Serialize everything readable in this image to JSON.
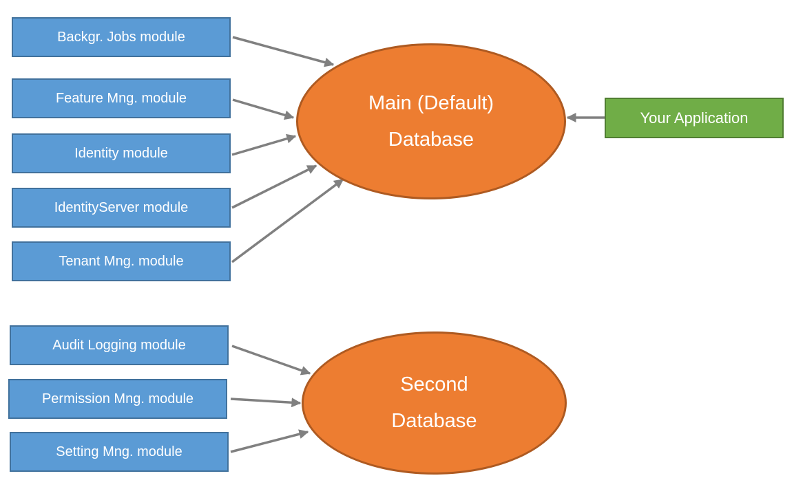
{
  "diagram": {
    "modules_main_db": [
      {
        "label": "Backgr. Jobs module"
      },
      {
        "label": "Feature Mng. module"
      },
      {
        "label": "Identity module"
      },
      {
        "label": "IdentityServer module"
      },
      {
        "label": "Tenant Mng. module"
      }
    ],
    "modules_second_db": [
      {
        "label": "Audit Logging module"
      },
      {
        "label": "Permission Mng. module"
      },
      {
        "label": "Setting Mng. module"
      }
    ],
    "databases": {
      "main": {
        "line1": "Main (Default)",
        "line2": "Database"
      },
      "second": {
        "line1": "Second",
        "line2": "Database"
      }
    },
    "application": {
      "label": "Your Application"
    },
    "colors": {
      "module_fill": "#5B9BD5",
      "module_border": "#41719C",
      "database_fill": "#ED7D31",
      "database_border": "#AE5A21",
      "application_fill": "#70AD47",
      "application_border": "#507E32",
      "arrow": "#808080",
      "text": "#FFFFFF"
    },
    "connections": [
      {
        "from": "Backgr. Jobs module",
        "to": "Main (Default) Database"
      },
      {
        "from": "Feature Mng. module",
        "to": "Main (Default) Database"
      },
      {
        "from": "Identity module",
        "to": "Main (Default) Database"
      },
      {
        "from": "IdentityServer module",
        "to": "Main (Default) Database"
      },
      {
        "from": "Tenant Mng. module",
        "to": "Main (Default) Database"
      },
      {
        "from": "Your Application",
        "to": "Main (Default) Database"
      },
      {
        "from": "Audit Logging module",
        "to": "Second Database"
      },
      {
        "from": "Permission Mng. module",
        "to": "Second Database"
      },
      {
        "from": "Setting Mng. module",
        "to": "Second Database"
      }
    ]
  }
}
